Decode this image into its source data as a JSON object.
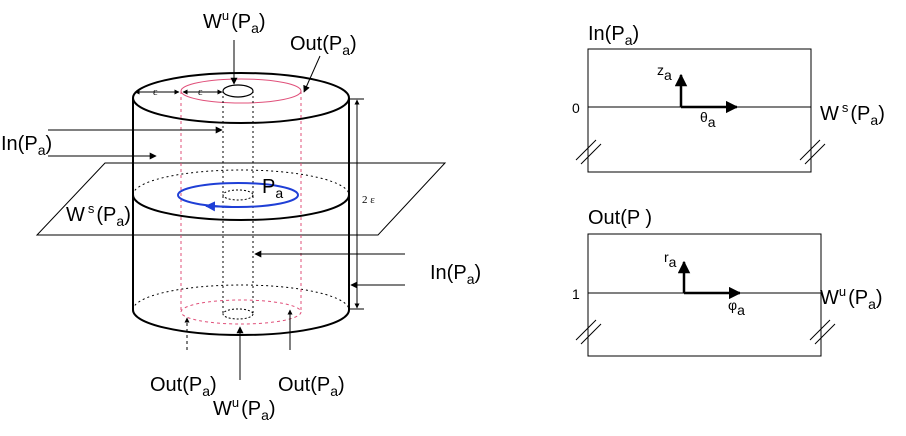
{
  "colors": {
    "ink": "#000000",
    "inner_circle": "#e0507a",
    "orbit": "#1f3fd6"
  },
  "cylinder": {
    "top_wu": {
      "base": "W",
      "sup": "u",
      "paren_open": "(P",
      "sub": "a",
      "paren_close": ")"
    },
    "top_out": {
      "base": "Out(P",
      "sub": "a",
      "close": ")"
    },
    "left_in": {
      "base": "In(P",
      "sub": "a",
      "close": ")"
    },
    "left_ws": {
      "base": "W",
      "sup": "s",
      "paren_open": "(P",
      "sub": "a",
      "paren_close": ")"
    },
    "right_in": {
      "base": "In(P",
      "sub": "a",
      "close": ")"
    },
    "bottom_out_left": {
      "base": "Out(P",
      "sub": "a",
      "close": ")"
    },
    "bottom_out_right": {
      "base": "Out(P",
      "sub": "a",
      "close": ")"
    },
    "bottom_wu": {
      "base": "W",
      "sup": "u",
      "paren_open": "(P",
      "sub": "a",
      "paren_close": ")"
    },
    "orbit_label": {
      "base": "P",
      "sub": "a"
    },
    "eps_left": "ε",
    "eps_mid": "ε",
    "height": "2 ε"
  },
  "section_in": {
    "title": {
      "base": "In(P",
      "sub": "a",
      "close": ")"
    },
    "level": "0",
    "vertical_axis": {
      "base": "z",
      "sub": "a"
    },
    "horizontal_axis": {
      "base": "θ",
      "sub": "a"
    },
    "manifold": {
      "base": "W",
      "sup": "s",
      "paren_open": "(P",
      "sub": "a",
      "paren_close": ")"
    }
  },
  "section_out": {
    "title": "Out(P )",
    "level": "1",
    "vertical_axis": {
      "base": "r",
      "sub": "a"
    },
    "horizontal_axis": {
      "base": "φ",
      "sub": "a"
    },
    "manifold": {
      "base": "W",
      "sup": "u",
      "paren_open": "(P",
      "sub": "a",
      "paren_close": ")"
    }
  }
}
